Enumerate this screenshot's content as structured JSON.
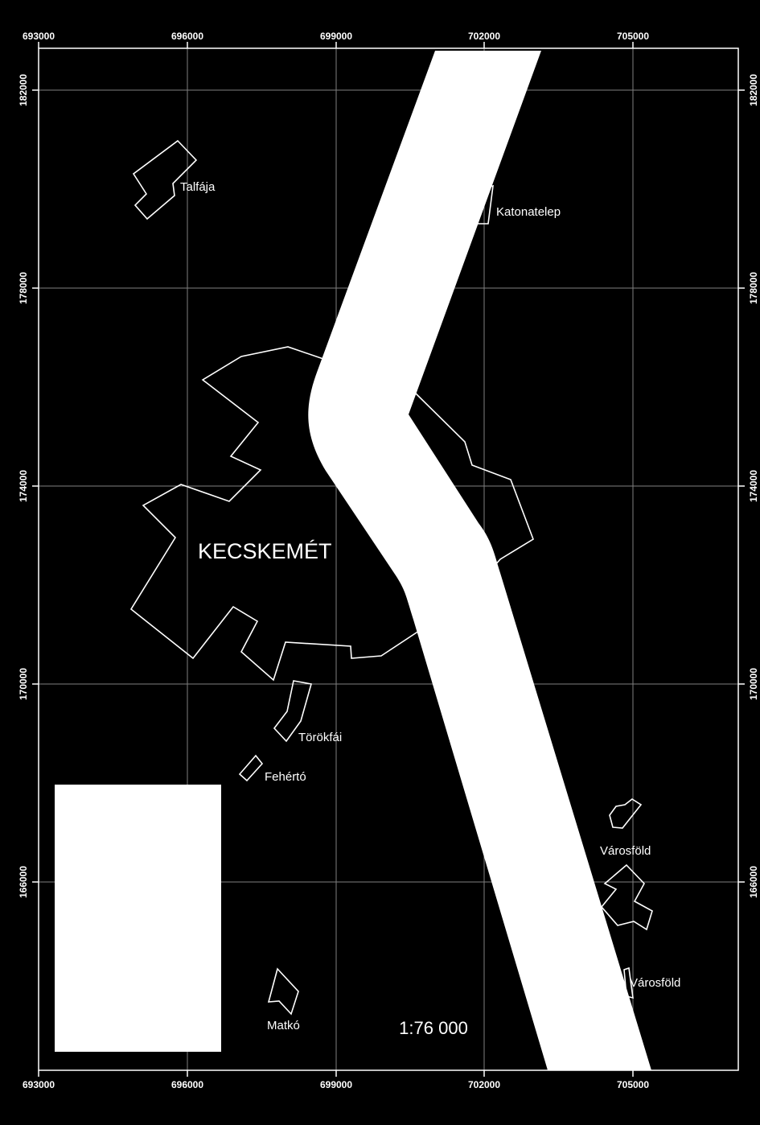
{
  "map": {
    "scale_text": "1:76 000",
    "colors": {
      "background": "#000000",
      "frame": "#ffffff",
      "grid": "#7f7f7f",
      "road": "#ffffff",
      "outline": "#ffffff",
      "label": "#ffffff",
      "legend_box": "#ffffff"
    },
    "x_ticks": [
      "693000",
      "696000",
      "699000",
      "702000",
      "705000"
    ],
    "y_ticks": [
      "182000",
      "178000",
      "174000",
      "170000",
      "166000"
    ],
    "places": [
      {
        "id": "talfaja",
        "name": "Talfája"
      },
      {
        "id": "katonatelep",
        "name": "Katonatelep"
      },
      {
        "id": "kecskemet",
        "name": "KECSKEMÉT"
      },
      {
        "id": "torokfai",
        "name": "Törökfái"
      },
      {
        "id": "fehertó",
        "name": "Fehértó"
      },
      {
        "id": "varosfold-1",
        "name": "Városföld"
      },
      {
        "id": "varosfold-2",
        "name": "Városföld"
      },
      {
        "id": "matko",
        "name": "Matkó"
      }
    ]
  }
}
